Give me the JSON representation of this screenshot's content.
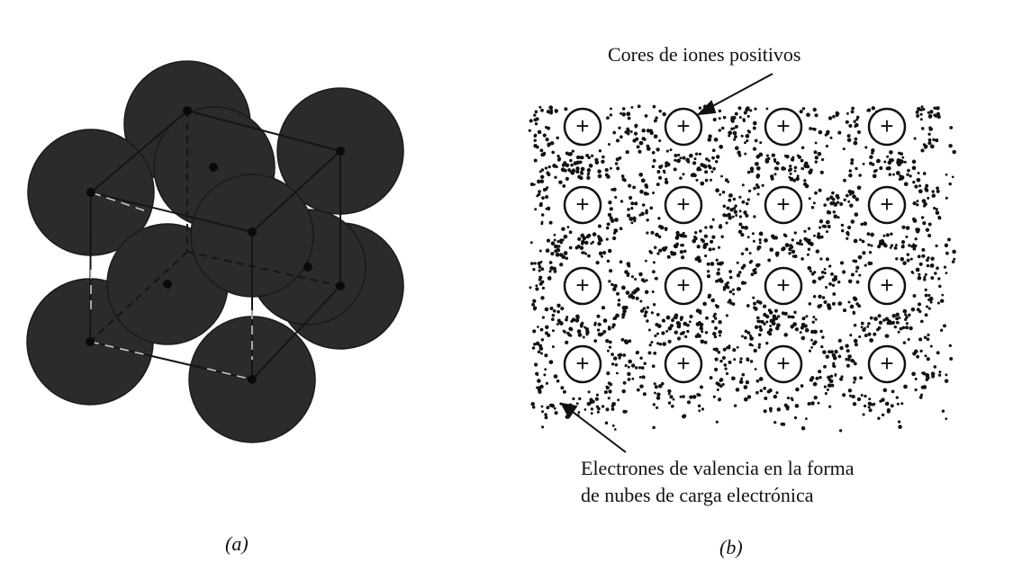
{
  "panel_a": {
    "caption": "(a)"
  },
  "panel_b": {
    "caption": "(b)",
    "top_label": "Cores de iones positivos",
    "bottom_label_line1": "Electrones de valencia en la forma",
    "bottom_label_line2": "de nubes de carga electrónica",
    "ion_symbol": "+",
    "ion_rows": 4,
    "ion_cols": 4
  },
  "colors": {
    "atom_fill": "#2b2b2b",
    "ink": "#111111",
    "background": "#ffffff"
  }
}
